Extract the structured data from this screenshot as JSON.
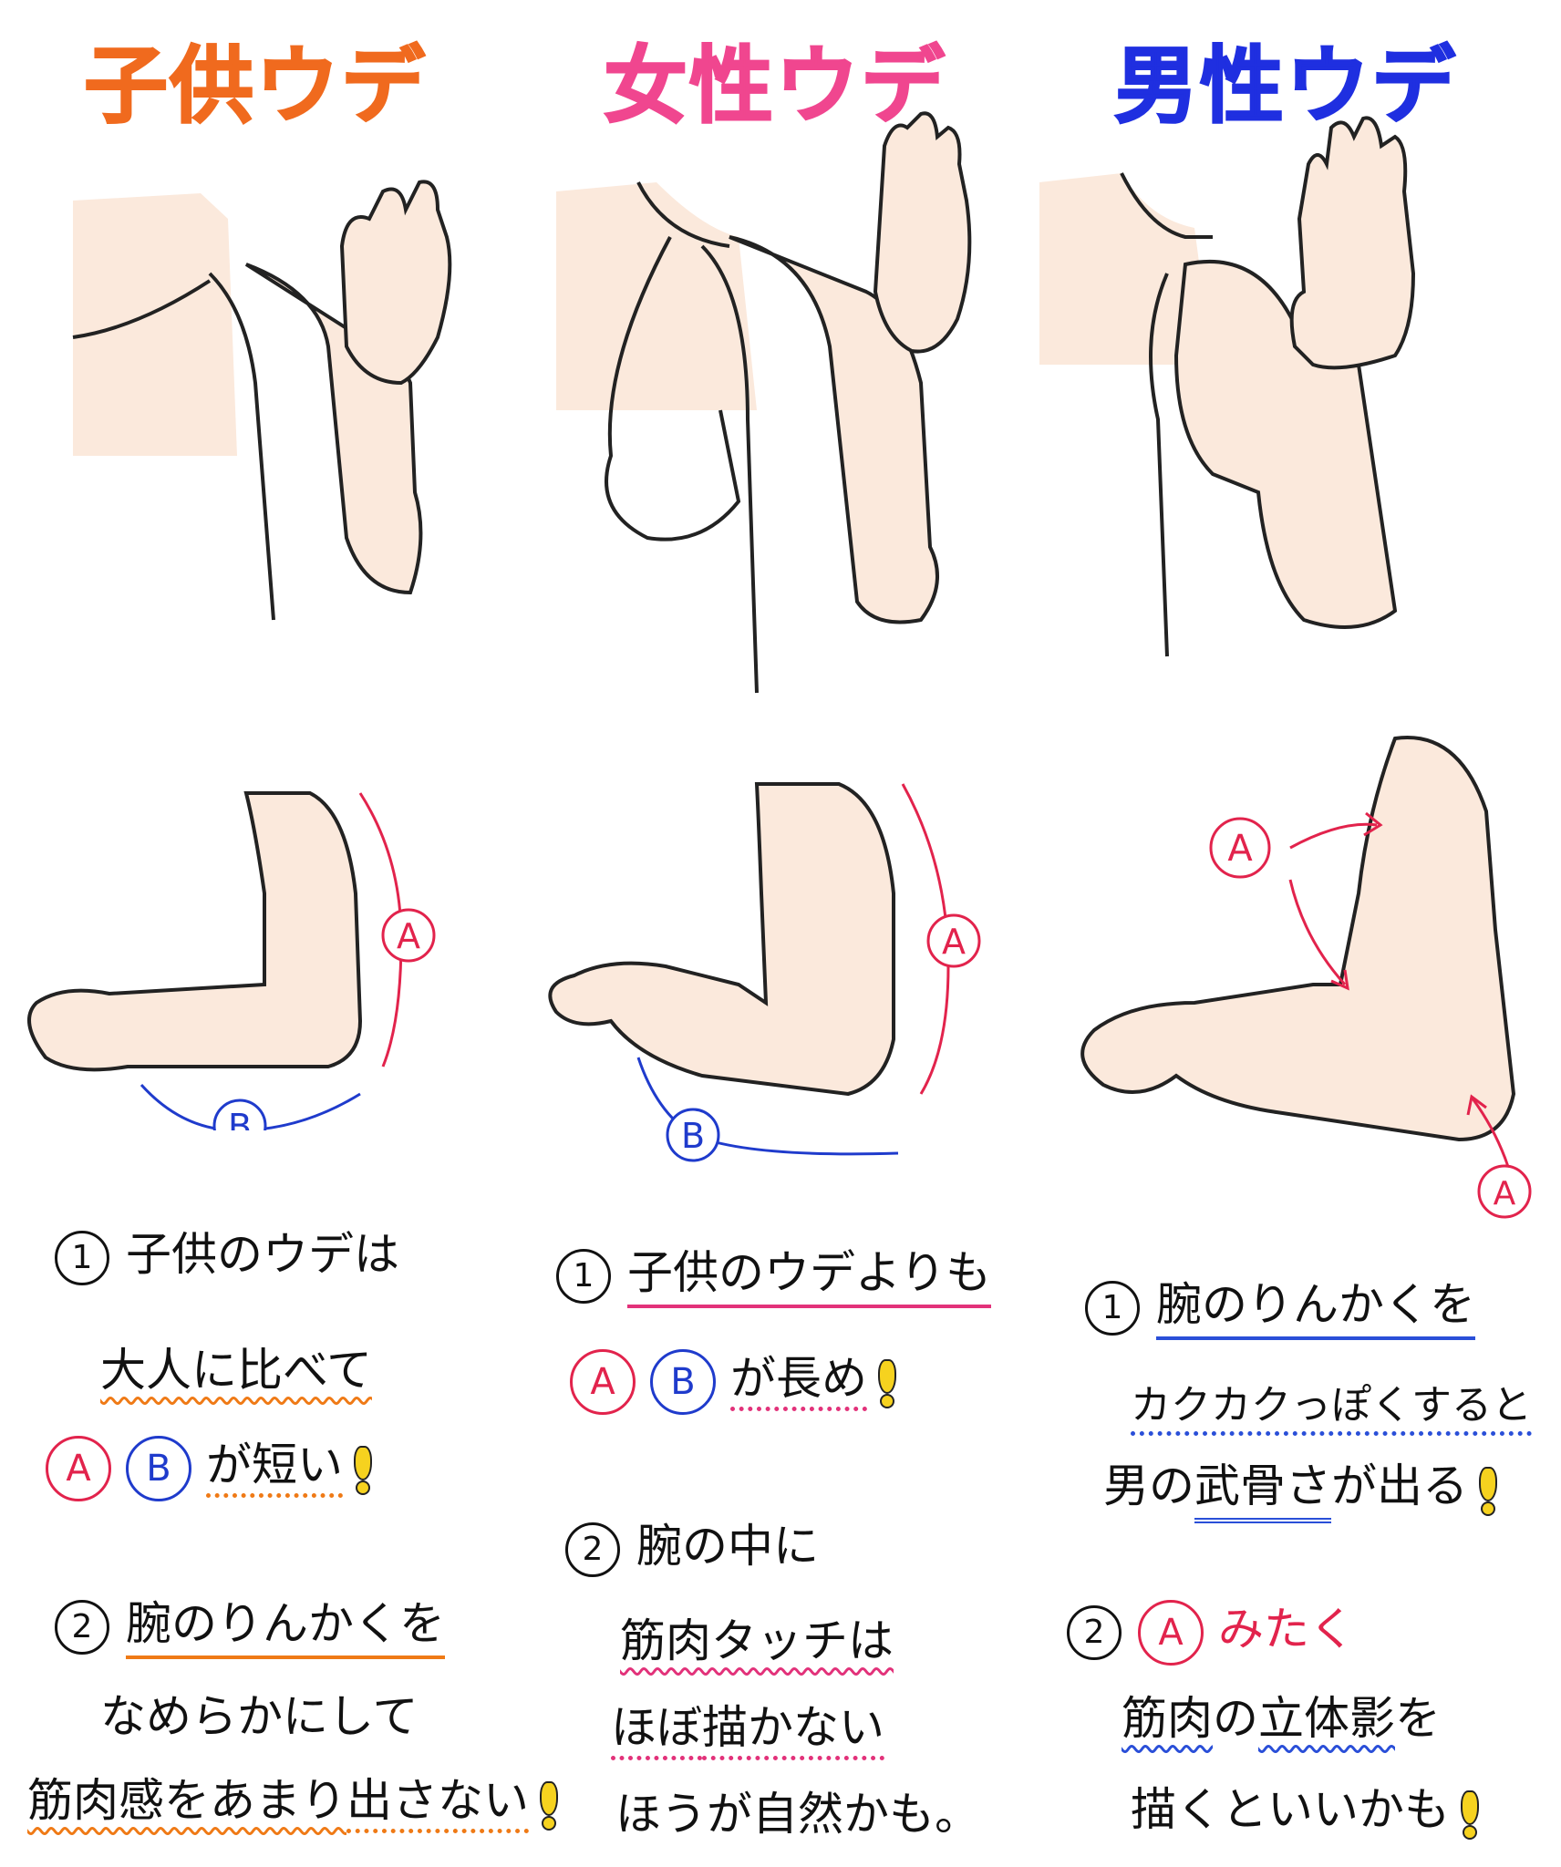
{
  "colors": {
    "child": "#f06a1e",
    "female": "#f0468f",
    "male": "#1f2fe0",
    "skin": "#fbe9dc",
    "label_a": "#e2234c",
    "label_b": "#1f3bcc"
  },
  "labels": {
    "a": "A",
    "b": "B"
  },
  "columns": [
    {
      "title": "子供ウデ",
      "notes": {
        "n1": "1",
        "l1": "子供のウデは",
        "l2": "大人に比べて",
        "l3": "が短い",
        "n2": "2",
        "l4": "腕のりんかくを",
        "l5": "なめらかにして",
        "l6a": "筋肉感をあまり",
        "l6b": "出さない"
      }
    },
    {
      "title": "女性ウデ",
      "notes": {
        "n1": "1",
        "l1": "子供のウデよりも",
        "l2": "が長め",
        "n2": "2",
        "l3": "腕の中に",
        "l4": "筋肉タッチは",
        "l5a": "ほぼ",
        "l5b": "描かない",
        "l6": "ほうが自然かも。"
      }
    },
    {
      "title": "男性ウデ",
      "notes": {
        "n1": "1",
        "l1": "腕のりんかくを",
        "l2": "カクカクっぽくすると",
        "l3a": "男の",
        "l3b": "武骨さ",
        "l3c": "が出る",
        "n2": "2",
        "l4": "みたく",
        "l5a": "筋肉",
        "l5b": "の",
        "l5c": "立体影",
        "l5d": "を",
        "l6": "描くといいかも"
      }
    }
  ]
}
